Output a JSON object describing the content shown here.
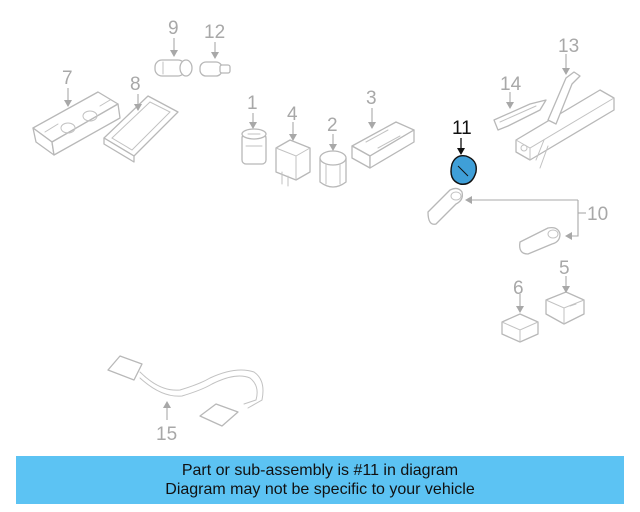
{
  "diagram": {
    "callouts": {
      "c1": "1",
      "c2": "2",
      "c3": "3",
      "c4": "4",
      "c5": "5",
      "c6": "6",
      "c7": "7",
      "c8": "8",
      "c9": "9",
      "c10": "10",
      "c11": "11",
      "c12": "12",
      "c13": "13",
      "c14": "14",
      "c15": "15"
    },
    "highlighted_callout": "11",
    "highlight_color": "#3f9fd8",
    "parts_color": "#b8b8b8"
  },
  "caption": {
    "line1": "Part or sub-assembly is #11 in diagram",
    "line2": "Diagram may not be specific to your vehicle",
    "background": "#5cc3f3"
  }
}
